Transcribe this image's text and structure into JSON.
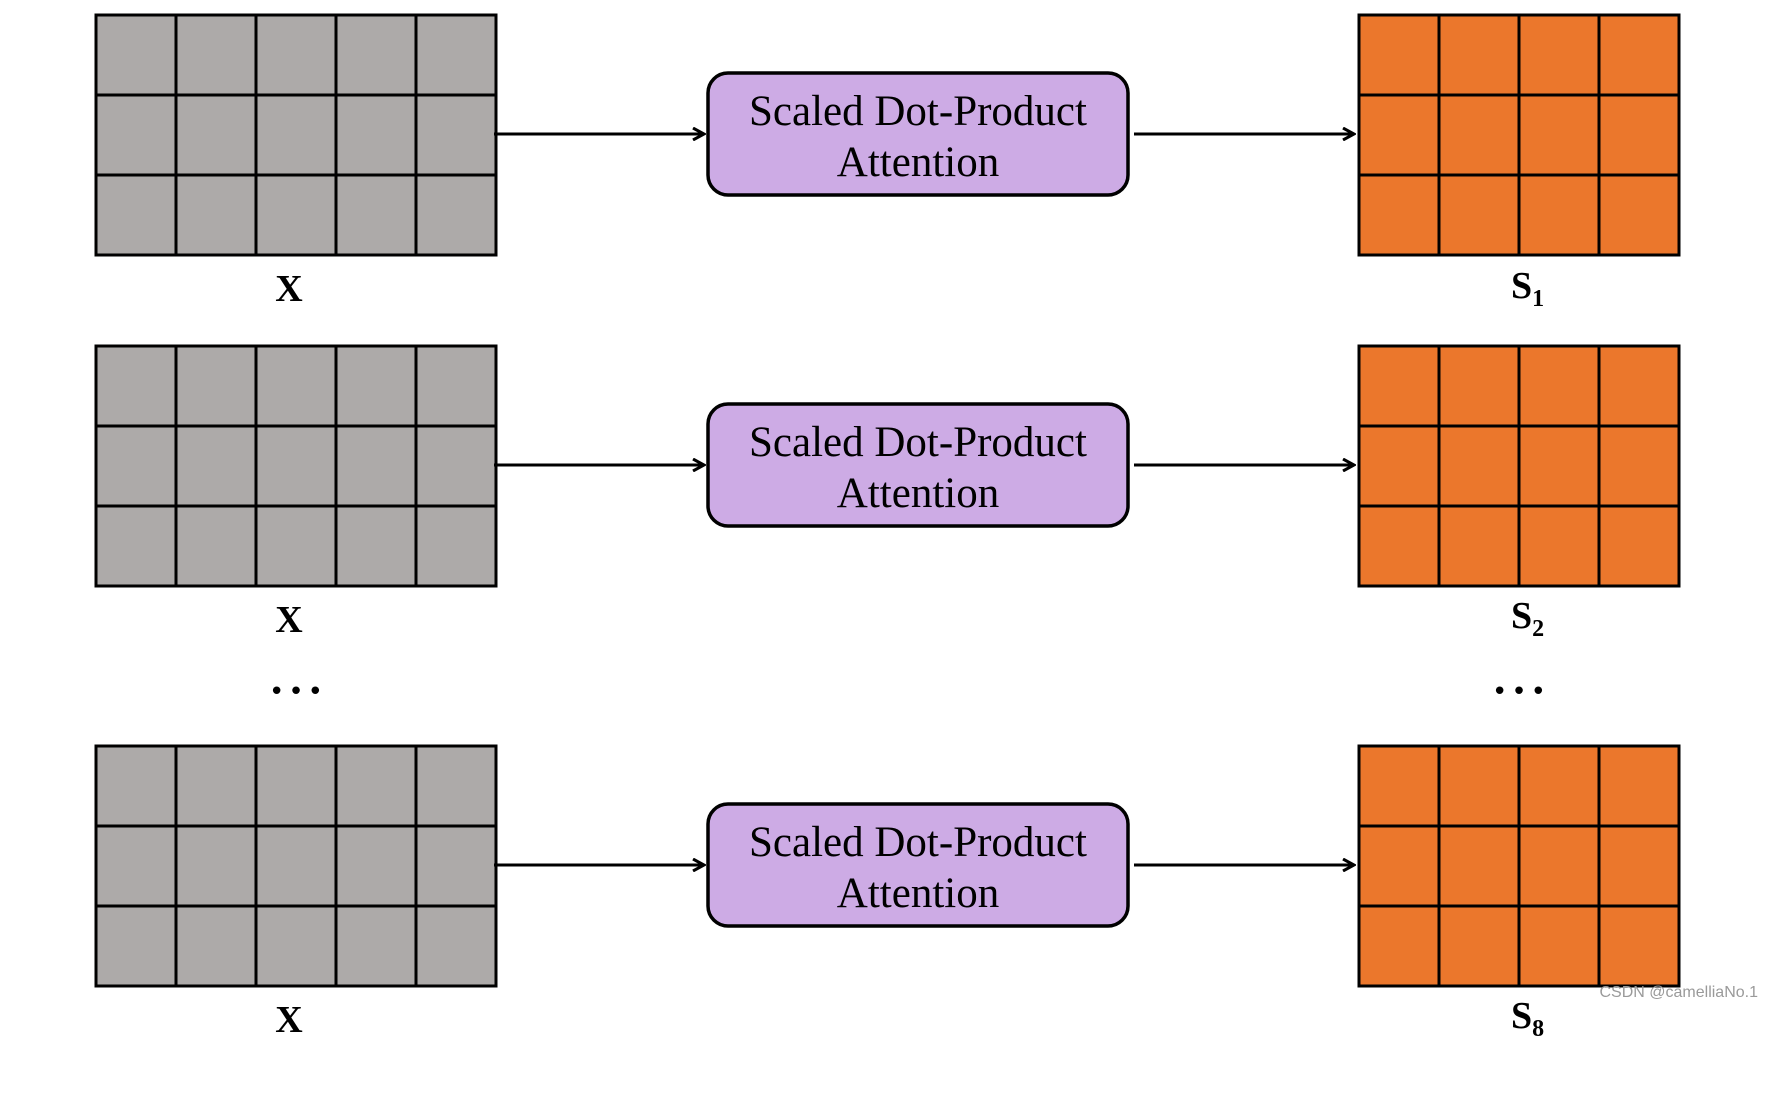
{
  "diagram": {
    "rows": [
      {
        "input_label": "X",
        "block_line1": "Scaled Dot-Product",
        "block_line2": "Attention",
        "output_label_main": "S",
        "output_label_sub": "1"
      },
      {
        "input_label": "X",
        "block_line1": "Scaled Dot-Product",
        "block_line2": "Attention",
        "output_label_main": "S",
        "output_label_sub": "2"
      },
      {
        "input_label": "X",
        "block_line1": "Scaled Dot-Product",
        "block_line2": "Attention",
        "output_label_main": "S",
        "output_label_sub": "8"
      }
    ],
    "ellipsis_left": "•••",
    "ellipsis_right": "•••",
    "input_matrix": {
      "rows": 3,
      "cols": 5
    },
    "output_matrix": {
      "rows": 3,
      "cols": 4
    },
    "colors": {
      "input_fill": "#ADAAA9",
      "output_fill": "#EB772C",
      "block_fill": "#CDABE5",
      "stroke": "#000000"
    }
  },
  "watermark": "CSDN @camelliaNo.1"
}
